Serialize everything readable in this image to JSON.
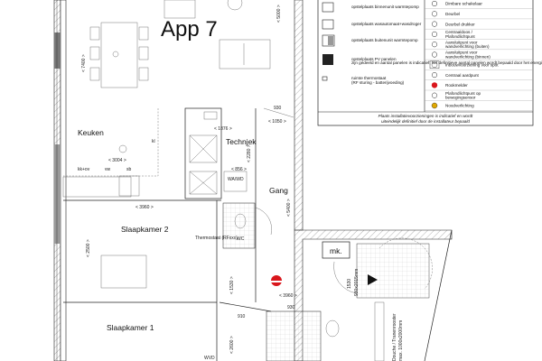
{
  "plan": {
    "title": "App 7",
    "rooms": {
      "keuken": "Keuken",
      "techniek": "Technjek",
      "gang": "Gang",
      "slaapkamer2": "Slaapkamer 2",
      "slaapkamer1": "Slaapkamer 1",
      "meterkast": "mk.",
      "wc": "WC",
      "wawd": "WA/WD"
    },
    "dimensions": {
      "d7400": "< 7400 >",
      "d5000": "< 5000 >",
      "d1050": "< 1050 >",
      "d3004": "< 3004 >",
      "d856": "< 856 >",
      "d2280": "< 2280 >",
      "d1876": "< 1876 >",
      "d3960a": "< 3960 >",
      "d5400": "< 5400 >",
      "d2500": "< 2500 >",
      "d1530a": "< 1530 >",
      "d3960b": "< 3960 >",
      "d1530b": "1530",
      "d2600": "< 2600 >",
      "door930a": "930",
      "door930b": "930",
      "door910": "910",
      "door930c": "930x2015mm"
    },
    "annotations": {
      "kkov": "kk+ov",
      "vw": "vw",
      "sb": "sb",
      "thermostaat": "Thermostaat (RFxxx)",
      "wvd": "WVD",
      "kl": "kl",
      "douche": "Douche / Tranenrooster",
      "douche2": "max. 1000x2000mm"
    }
  },
  "legend": {
    "left": [
      {
        "icon": "heatpump-indoor-icon",
        "label": "opstelplaats binnenunit warmtepomp"
      },
      {
        "icon": "washer-dryer-icon",
        "label": "opstelplaats wasautomaat+wasdroger"
      },
      {
        "icon": "heatpump-outdoor-icon",
        "label": "opstelplaats buitenunit warmtepomp"
      },
      {
        "icon": "pv-panel-icon",
        "label": "opstelplaats PV panelen",
        "note": "zijn gedeeld en aantal panelen is indicatief; het definitieve aantal panelen wordt bepaald door het energieprestatie-rekenwerk conform BENG"
      },
      {
        "icon": "thermostat-icon",
        "label": "ruimte thermostaat",
        "sub": "(RF sturing - batterijvoeding)"
      }
    ],
    "right": [
      {
        "icon": "dimmer-switch-icon",
        "label": "Dimbare schakelaar"
      },
      {
        "icon": "doorbell-icon",
        "label": "Deurbel"
      },
      {
        "icon": "doorbell-button-icon",
        "label": "Deurbel drukker"
      },
      {
        "icon": "ceiling-light-icon",
        "label": "Centraaldoos / Plafondlichtpunt"
      },
      {
        "icon": "wall-light-outside-icon",
        "label": "Aansluitpunt voor wandverlichting (buiten)"
      },
      {
        "icon": "wall-light-inside-icon",
        "label": "Aansluitpunt voor wandverlichting (binnen)"
      },
      {
        "icon": "spot-icon",
        "label": "Inbouwvoorziening voor spot"
      },
      {
        "icon": "earth-point-icon",
        "label": "Centraal aardpunt"
      },
      {
        "icon": "smoke-detector-icon",
        "label": "Rookmelder"
      },
      {
        "icon": "motion-light-icon",
        "label": "Plafondlichtpunt op bewegingsensor"
      },
      {
        "icon": "emergency-light-icon",
        "label": "Noodverlichting"
      }
    ],
    "footer1": "Plaats installatievoorzieningen is indicatief en wordt",
    "footer2": "uiteindelijk definitief door de installateur bepaald"
  },
  "colors": {
    "smoke": "#d9161c",
    "title": "#8a8a8a"
  }
}
